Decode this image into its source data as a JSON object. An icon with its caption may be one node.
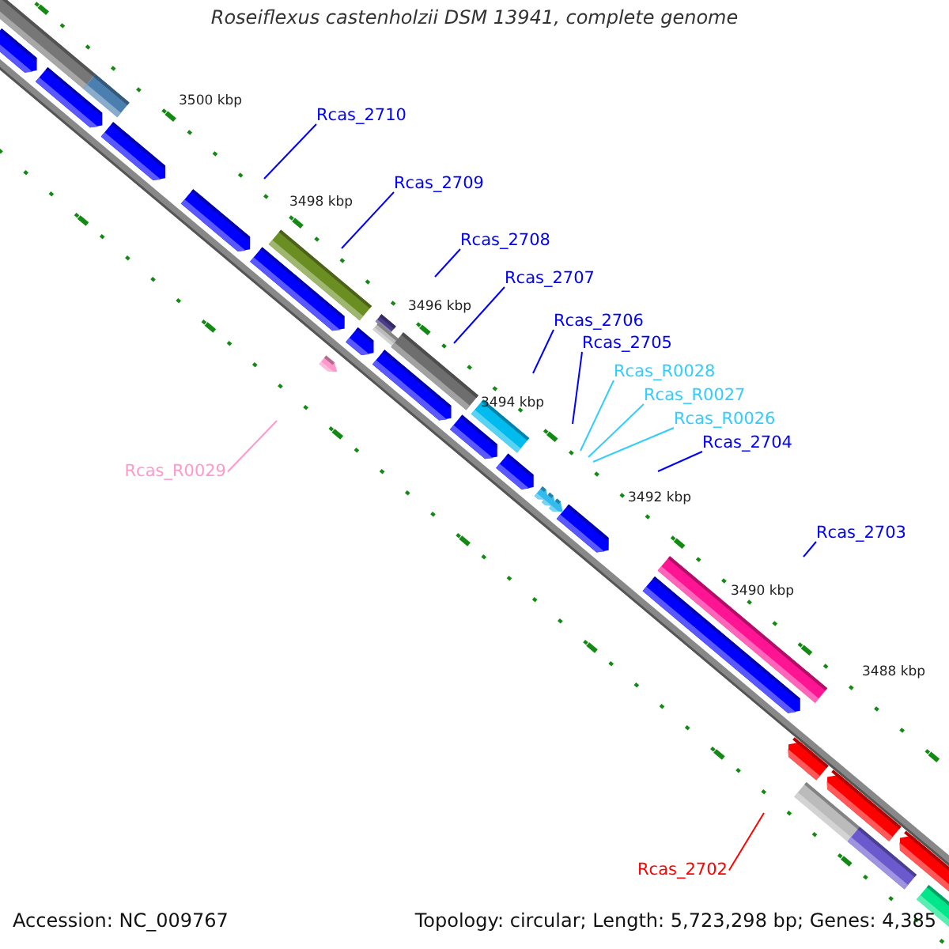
{
  "diagram": {
    "title": "Roseiflexus castenholzii DSM 13941, complete genome",
    "nodes": [
      {
        "text": [
          "Rcas_2710"
        ]
      },
      {
        "text": [
          "Rcas_2709"
        ]
      },
      {
        "text": [
          "Rcas_2708"
        ]
      },
      {
        "text": [
          "Rcas_2707"
        ]
      },
      {
        "text": [
          "Rcas_2706"
        ]
      },
      {
        "text": [
          "Rcas_2705"
        ]
      },
      {
        "text": [
          "Rcas_R0028"
        ]
      },
      {
        "text": [
          "Rcas_R0027"
        ]
      },
      {
        "text": [
          "Rcas_R0026"
        ]
      },
      {
        "text": [
          "Rcas_2704"
        ]
      },
      {
        "text": [
          "Rcas_2703"
        ]
      },
      {
        "text": [
          "Rcas_R0029"
        ]
      },
      {
        "text": [
          "Rcas_2702"
        ]
      }
    ],
    "edges": [
      {
        "from": 0,
        "to": null,
        "arrow": "none"
      },
      {
        "from": 1,
        "to": null,
        "arrow": "none"
      },
      {
        "from": 2,
        "to": null,
        "arrow": "none"
      },
      {
        "from": 3,
        "to": null,
        "arrow": "none"
      },
      {
        "from": 4,
        "to": null,
        "arrow": "none"
      },
      {
        "from": 5,
        "to": null,
        "arrow": "none"
      },
      {
        "from": 6,
        "to": null,
        "arrow": "none",
        "color": "#33ccff"
      },
      {
        "from": 7,
        "to": null,
        "arrow": "none",
        "color": "#33ccff"
      },
      {
        "from": 8,
        "to": null,
        "arrow": "none",
        "color": "#33ccff"
      },
      {
        "from": 9,
        "to": null,
        "arrow": "none"
      },
      {
        "from": 10,
        "to": null,
        "arrow": "none"
      },
      {
        "from": 11,
        "to": null,
        "arrow": "none",
        "color": "#ff99cc"
      },
      {
        "from": 12,
        "to": null,
        "arrow": "none",
        "color": "#ff0000"
      }
    ],
    "labels": [
      "3500 kbp",
      "3498 kbp",
      "3496 kbp",
      "3494 kbp",
      "3492 kbp",
      "3490 kbp",
      "3488 kbp",
      "Accession: NC_009767",
      "Topology: circular; Length: 5,723,298 bp; Genes: 4,385"
    ]
  }
}
